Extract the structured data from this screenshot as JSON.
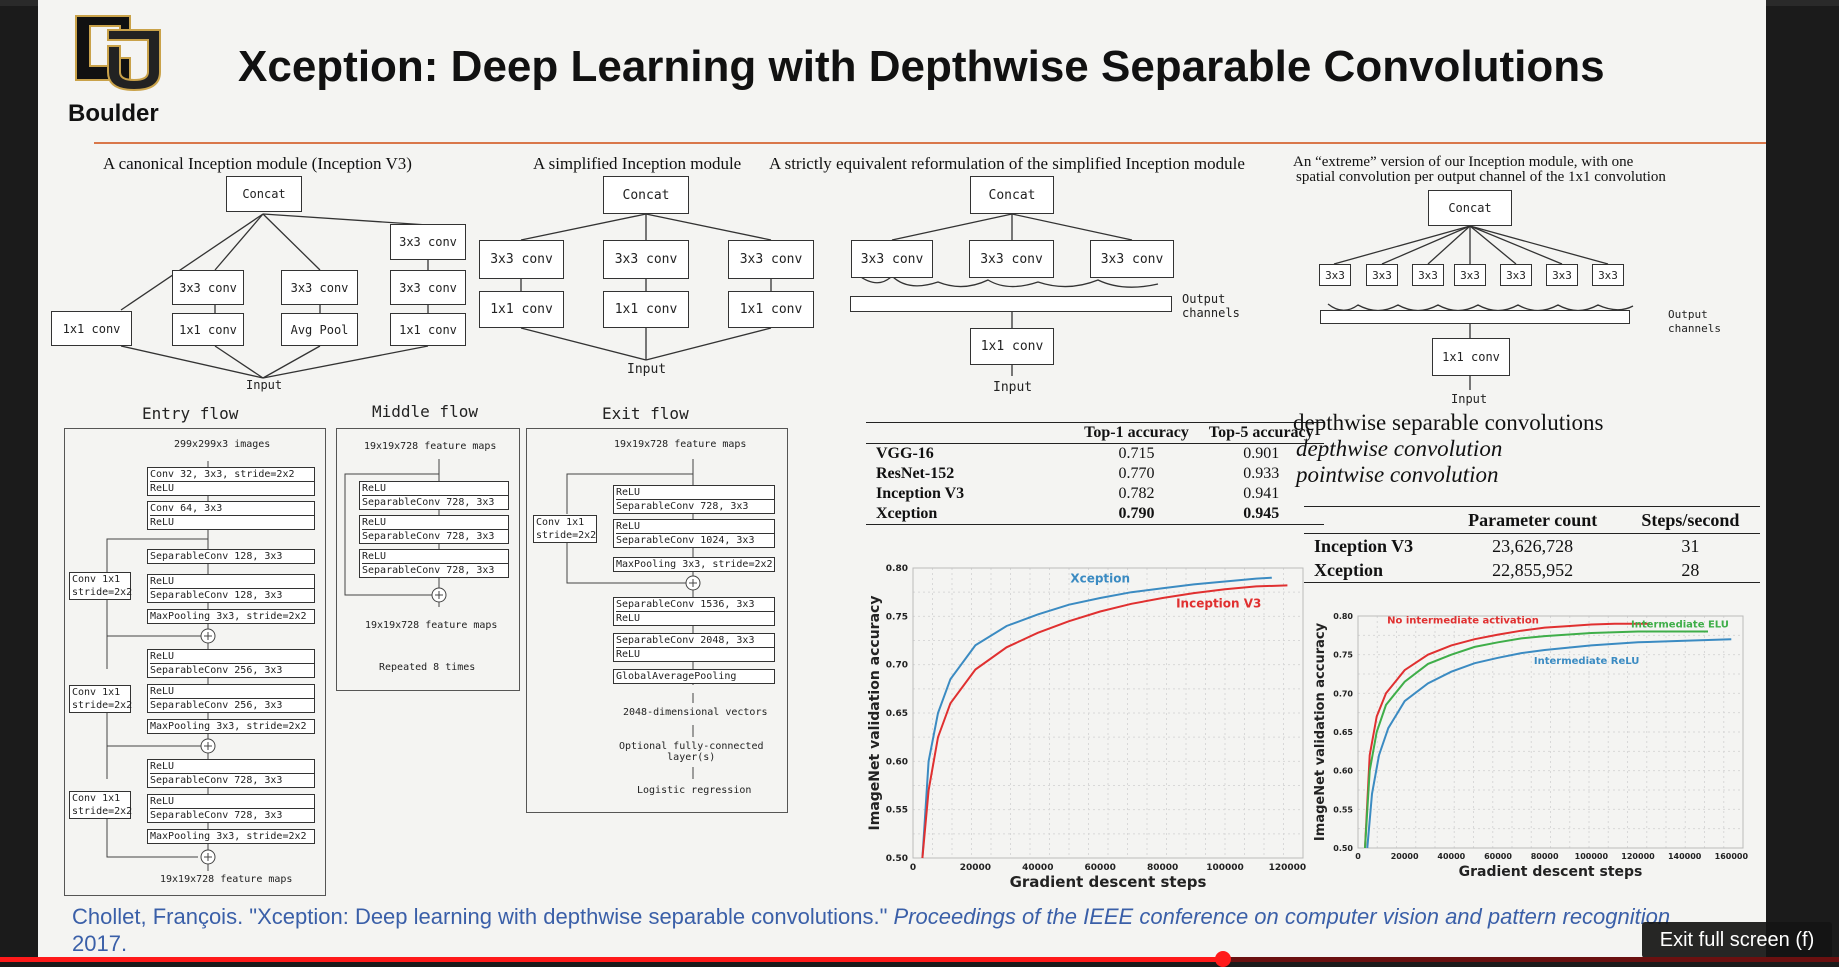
{
  "slide": {
    "logo_text": "Boulder",
    "title": "Xception: Deep Learning with Depthwise Separable Convolutions",
    "citation_plain": "Chollet, François. \"Xception: Deep learning with depthwise separable convolutions.\" ",
    "citation_italic": "Proceedings of the IEEE conference on computer vision and pattern recognition",
    "citation_year": "2017."
  },
  "figures": {
    "f1": {
      "caption": "A canonical Inception module (Inception V3)",
      "concat": "Concat",
      "input": "Input",
      "b1": [
        "1x1 conv"
      ],
      "b2": [
        "3x3 conv",
        "1x1 conv"
      ],
      "b3": [
        "3x3 conv",
        "Avg Pool"
      ],
      "b4": [
        "3x3 conv",
        "3x3 conv",
        "1x1 conv"
      ]
    },
    "f2": {
      "caption": "A simplified Inception module",
      "concat": "Concat",
      "input": "Input",
      "top": "3x3 conv",
      "bottom": "1x1 conv"
    },
    "f3": {
      "caption": "A strictly equivalent reformulation of the simplified Inception module",
      "concat": "Concat",
      "input": "Input",
      "conv3": "3x3 conv",
      "conv1": "1x1 conv",
      "channels": "Output\nchannels"
    },
    "f4": {
      "caption_line1": "An “extreme” version of our Inception module, with one",
      "caption_line2": "spatial convolution per output channel of the 1x1 convolution",
      "concat": "Concat",
      "input": "Input",
      "small": "3x3",
      "conv1": "1x1 conv",
      "channels": "Output\nchannels"
    }
  },
  "flows": {
    "entry": {
      "title": "Entry flow",
      "input": "299x299x3 images",
      "output": "19x19x728 feature maps",
      "layers": [
        [
          "Conv 32, 3x3, stride=2x2",
          "ReLU"
        ],
        [
          "Conv 64, 3x3",
          "ReLU"
        ],
        [
          "SeparableConv 128, 3x3"
        ],
        [
          "ReLU",
          "SeparableConv 128, 3x3"
        ],
        [
          "MaxPooling 3x3, stride=2x2"
        ],
        [
          "ReLU",
          "SeparableConv 256, 3x3"
        ],
        [
          "ReLU",
          "SeparableConv 256, 3x3"
        ],
        [
          "MaxPooling 3x3, stride=2x2"
        ],
        [
          "ReLU",
          "SeparableConv 728, 3x3"
        ],
        [
          "ReLU",
          "SeparableConv 728, 3x3"
        ],
        [
          "MaxPooling 3x3, stride=2x2"
        ]
      ],
      "shortcut": "Conv 1x1\nstride=2x2"
    },
    "middle": {
      "title": "Middle flow",
      "input": "19x19x728 feature maps",
      "output": "19x19x728 feature maps",
      "repeat": "Repeated 8 times",
      "layers": [
        [
          "ReLU",
          "SeparableConv 728, 3x3"
        ],
        [
          "ReLU",
          "SeparableConv 728, 3x3"
        ],
        [
          "ReLU",
          "SeparableConv 728, 3x3"
        ]
      ]
    },
    "exit": {
      "title": "Exit flow",
      "input": "19x19x728 feature maps",
      "layers": [
        [
          "ReLU",
          "SeparableConv 728, 3x3"
        ],
        [
          "ReLU",
          "SeparableConv 1024, 3x3"
        ],
        [
          "MaxPooling 3x3, stride=2x2"
        ],
        [
          "SeparableConv 1536, 3x3",
          "ReLU"
        ],
        [
          "SeparableConv 2048, 3x3",
          "ReLU"
        ],
        [
          "GlobalAveragePooling"
        ]
      ],
      "shortcut": "Conv 1x1\nstride=2x2",
      "vectors": "2048-dimensional vectors",
      "fc": "Optional fully-connected\nlayer(s)",
      "logistic": "Logistic regression"
    }
  },
  "accuracy_table": {
    "headers": [
      "",
      "Top-1 accuracy",
      "Top-5 accuracy"
    ],
    "rows": [
      [
        "VGG-16",
        "0.715",
        "0.901"
      ],
      [
        "ResNet-152",
        "0.770",
        "0.933"
      ],
      [
        "Inception V3",
        "0.782",
        "0.941"
      ],
      [
        "Xception",
        "0.790",
        "0.945"
      ]
    ]
  },
  "terms": {
    "t1": "depthwise separable convolutions",
    "t2": "depthwise convolution",
    "t3": "pointwise convolution"
  },
  "param_table": {
    "headers": [
      "",
      "Parameter count",
      "Steps/second"
    ],
    "rows": [
      [
        "Inception V3",
        "23,626,728",
        "31"
      ],
      [
        "Xception",
        "22,855,952",
        "28"
      ]
    ]
  },
  "chart_data": [
    {
      "type": "line",
      "xlabel": "Gradient descent steps",
      "ylabel": "ImageNet validation accuracy",
      "xlim": [
        0,
        125000
      ],
      "ylim": [
        0.5,
        0.8
      ],
      "xticks": [
        "0",
        "20000",
        "40000",
        "60000",
        "80000",
        "100000",
        "120000"
      ],
      "yticks": [
        "0.50",
        "0.55",
        "0.60",
        "0.65",
        "0.70",
        "0.75",
        "0.80"
      ],
      "grid": true,
      "series": [
        {
          "name": "Xception",
          "color": "#3b8bc2",
          "x": [
            3000,
            5000,
            8000,
            12000,
            20000,
            30000,
            40000,
            50000,
            60000,
            70000,
            80000,
            90000,
            100000,
            110000,
            115000
          ],
          "y": [
            0.5,
            0.6,
            0.65,
            0.685,
            0.72,
            0.74,
            0.752,
            0.762,
            0.769,
            0.775,
            0.779,
            0.783,
            0.786,
            0.789,
            0.79
          ]
        },
        {
          "name": "Inception V3",
          "color": "#e03030",
          "x": [
            3000,
            5000,
            8000,
            12000,
            20000,
            30000,
            40000,
            50000,
            60000,
            70000,
            80000,
            90000,
            100000,
            110000,
            120000
          ],
          "y": [
            0.5,
            0.57,
            0.625,
            0.66,
            0.695,
            0.718,
            0.733,
            0.745,
            0.755,
            0.763,
            0.769,
            0.774,
            0.778,
            0.781,
            0.782
          ]
        }
      ]
    },
    {
      "type": "line",
      "xlabel": "Gradient descent steps",
      "ylabel": "ImageNet validation accuracy",
      "xlim": [
        0,
        165000
      ],
      "ylim": [
        0.5,
        0.8
      ],
      "xticks": [
        "0",
        "20000",
        "40000",
        "60000",
        "80000",
        "100000",
        "120000",
        "140000",
        "160000"
      ],
      "yticks": [
        "0.50",
        "0.55",
        "0.60",
        "0.65",
        "0.70",
        "0.75",
        "0.80"
      ],
      "grid": true,
      "series": [
        {
          "name": "No intermediate activation",
          "color": "#e03030",
          "x": [
            3000,
            5000,
            8000,
            12000,
            20000,
            30000,
            40000,
            50000,
            60000,
            70000,
            80000,
            90000,
            100000,
            110000,
            120000,
            125000
          ],
          "y": [
            0.5,
            0.62,
            0.67,
            0.7,
            0.73,
            0.75,
            0.762,
            0.77,
            0.776,
            0.781,
            0.785,
            0.787,
            0.789,
            0.79,
            0.79,
            0.79
          ]
        },
        {
          "name": "Intermediate ELU",
          "color": "#3fae49",
          "x": [
            3000,
            5000,
            8000,
            12000,
            20000,
            30000,
            40000,
            50000,
            60000,
            70000,
            80000,
            100000,
            120000,
            140000,
            150000
          ],
          "y": [
            0.5,
            0.6,
            0.65,
            0.685,
            0.715,
            0.738,
            0.75,
            0.76,
            0.766,
            0.771,
            0.774,
            0.778,
            0.78,
            0.78,
            0.78
          ]
        },
        {
          "name": "Intermediate ReLU",
          "color": "#3b8bc2",
          "x": [
            4000,
            6000,
            9000,
            13000,
            20000,
            30000,
            40000,
            50000,
            60000,
            70000,
            80000,
            100000,
            120000,
            140000,
            160000
          ],
          "y": [
            0.5,
            0.57,
            0.62,
            0.655,
            0.69,
            0.713,
            0.728,
            0.739,
            0.746,
            0.752,
            0.756,
            0.762,
            0.766,
            0.768,
            0.77
          ]
        }
      ]
    }
  ],
  "overlay": {
    "exit_fullscreen": "Exit full screen (f)",
    "progress": 0.665
  }
}
